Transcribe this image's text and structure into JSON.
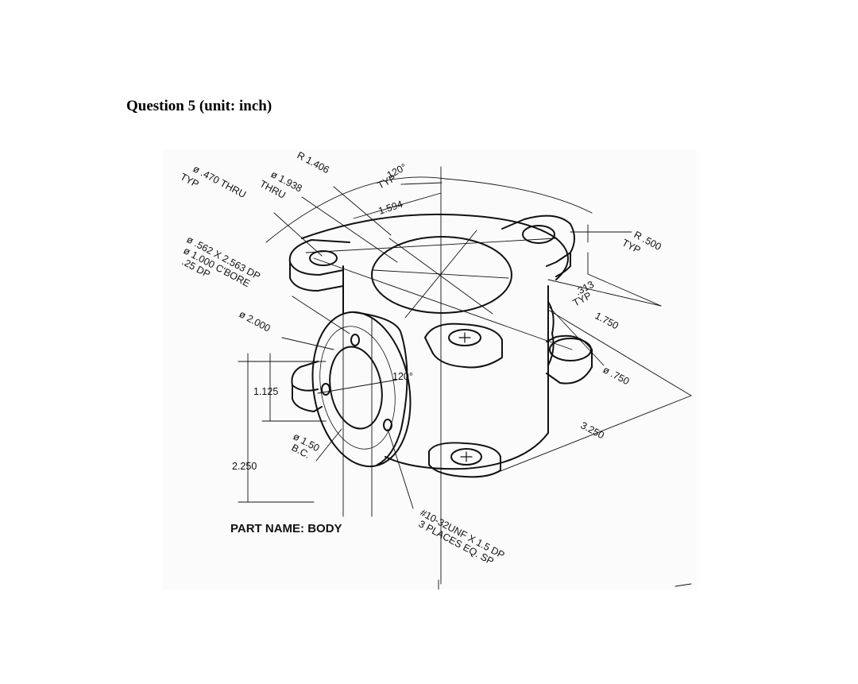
{
  "question": {
    "title": "Question 5 (unit: inch)"
  },
  "drawing": {
    "part_name": "PART NAME: BODY",
    "dimensions": {
      "hole_470": "ø .470 THRU",
      "hole_470_typ": "TYP",
      "bore_1938": "ø 1.938",
      "bore_1938_thru": "THRU",
      "radius_1406": "R 1.406",
      "angle_120_top": "120°",
      "angle_120_top_typ": "TYP",
      "len_1594": "1.594",
      "radius_500": "R .500",
      "radius_500_typ": "TYP",
      "thk_313": ".313",
      "thk_313_typ": "TYP",
      "len_1750": "1.750",
      "dia_750": "ø .750",
      "len_3250": "3.250",
      "cbore_line1": "ø .562 X 2.563 DP",
      "cbore_line2": "ø 1.000 C'BORE",
      "cbore_line3": ".25 DP",
      "dia_2000": "ø 2.000",
      "angle_120_side": "120°",
      "len_1125": "1.125",
      "len_2250": "2.250",
      "bc_150": "ø 1.50",
      "bc_label": "B.C.",
      "thread_line1": "#10-32UNF X 1.5 DP",
      "thread_line2": "3 PLACES EQ. SP"
    }
  }
}
